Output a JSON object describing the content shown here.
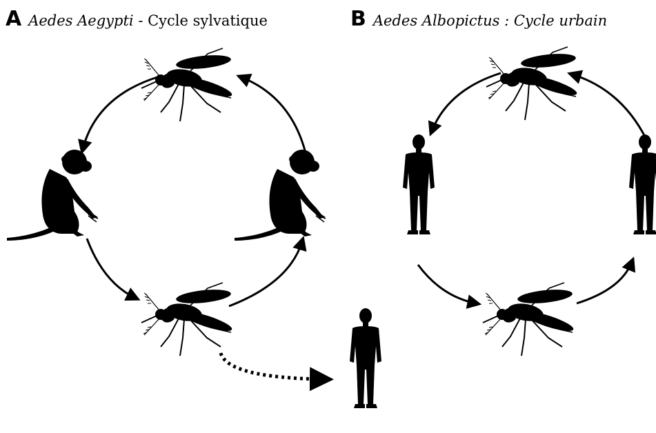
{
  "panels": {
    "a": {
      "letter": "A",
      "species": "Aedes Aegypti",
      "separator": " - ",
      "cycle": "Cycle sylvatique"
    },
    "b": {
      "letter": "B",
      "species": "Aedes Albopictus",
      "separator": " : ",
      "cycle": "Cycle urbain"
    }
  },
  "icons": {
    "mosquito": "mosquito-icon",
    "monkey": "monkey-icon",
    "human": "human-icon"
  },
  "colors": {
    "ink": "#000000",
    "background": "#ffffff"
  }
}
